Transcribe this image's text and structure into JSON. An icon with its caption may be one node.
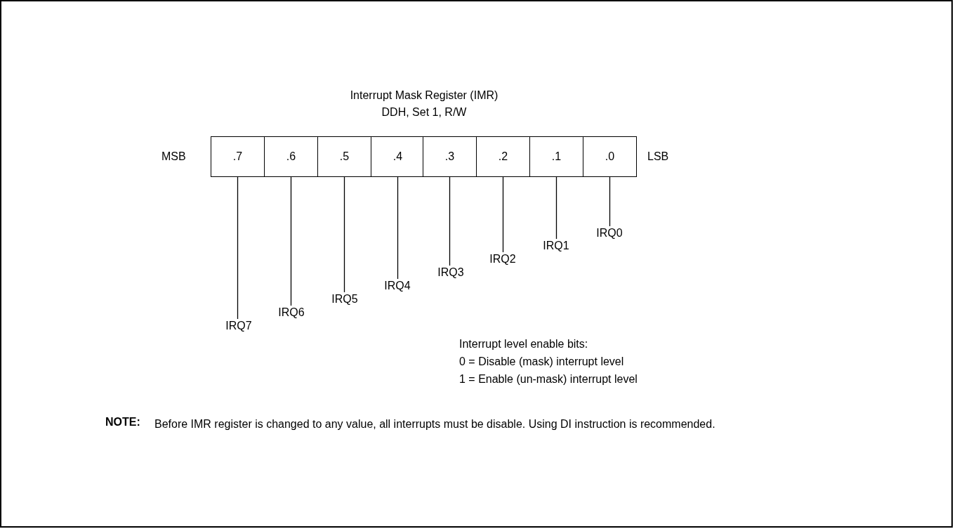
{
  "diagram": {
    "title": "Interrupt Mask Register (IMR)",
    "nodes": [
      {
        "text": [
          ".7"
        ]
      },
      {
        "text": [
          ".6"
        ]
      },
      {
        "text": [
          ".5"
        ]
      },
      {
        "text": [
          ".4"
        ]
      },
      {
        "text": [
          ".3"
        ]
      },
      {
        "text": [
          ".2"
        ]
      },
      {
        "text": [
          ".1"
        ]
      },
      {
        "text": [
          ".0"
        ]
      },
      {
        "text": [
          "IRQ7"
        ]
      },
      {
        "text": [
          "IRQ6"
        ]
      },
      {
        "text": [
          "IRQ5"
        ]
      },
      {
        "text": [
          "IRQ4"
        ]
      },
      {
        "text": [
          "IRQ3"
        ]
      },
      {
        "text": [
          "IRQ2"
        ]
      },
      {
        "text": [
          "IRQ1"
        ]
      },
      {
        "text": [
          "IRQ0"
        ]
      }
    ],
    "edges": [
      {
        "from": 8,
        "to": 0,
        "arrow": "none"
      },
      {
        "from": 9,
        "to": 1,
        "arrow": "none"
      },
      {
        "from": 10,
        "to": 2,
        "arrow": "none"
      },
      {
        "from": 11,
        "to": 3,
        "arrow": "none"
      },
      {
        "from": 12,
        "to": 4,
        "arrow": "none"
      },
      {
        "from": 13,
        "to": 5,
        "arrow": "none"
      },
      {
        "from": 14,
        "to": 6,
        "arrow": "none"
      },
      {
        "from": 15,
        "to": 7,
        "arrow": "none"
      }
    ],
    "labels": [
      "DDH, Set 1, R/W",
      "MSB",
      "LSB",
      "Interrupt level enable bits:",
      "0 = Disable (mask) interrupt level",
      "1 = Enable (un-mask) interrupt level",
      "NOTE:",
      "Before IMR register is changed to any value, all interrupts must be disable. Using DI instruction is recommended."
    ]
  }
}
